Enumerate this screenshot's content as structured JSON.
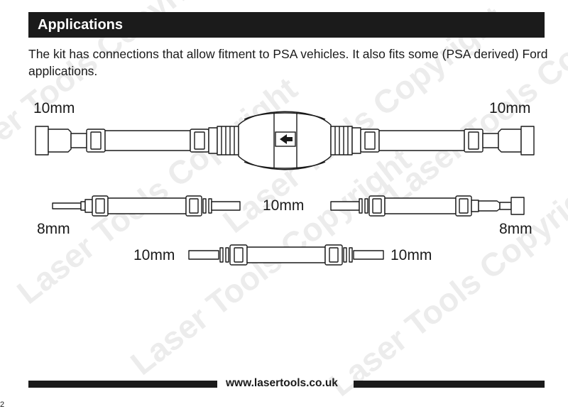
{
  "header": {
    "title": "Applications"
  },
  "intro": {
    "text": "The kit has connections that allow fitment to PSA vehicles. It also fits some (PSA derived) Ford applications."
  },
  "diagram": {
    "top_left_label": "10mm",
    "top_right_label": "10mm",
    "middle_center_label": "10mm",
    "middle_left_label": "8mm",
    "middle_right_label": "8mm",
    "bottom_left_label": "10mm",
    "bottom_right_label": "10mm",
    "flow_direction_icon": "arrow-left-icon"
  },
  "watermark": {
    "text": "Laser Tools Copyright"
  },
  "footer": {
    "url": "www.lasertools.co.uk",
    "page_number": "2"
  }
}
